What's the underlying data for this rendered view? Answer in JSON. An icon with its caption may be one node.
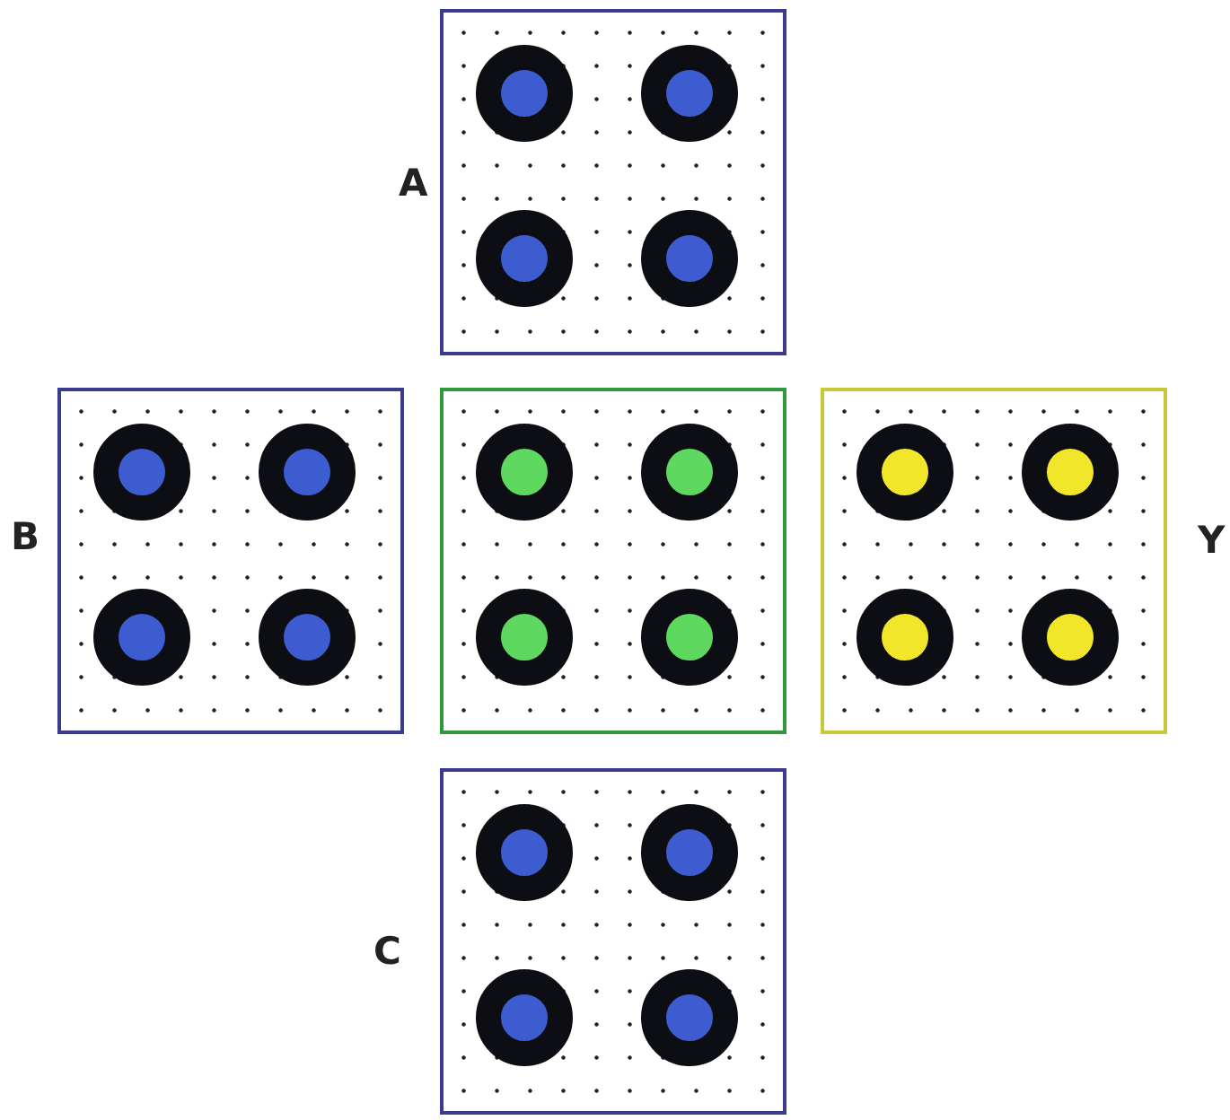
{
  "diagram": {
    "nodes": [
      {
        "text": [],
        "shape": "box",
        "beside": [
          "A"
        ]
      },
      {
        "text": [],
        "shape": "box",
        "beside": [
          "B"
        ]
      },
      {
        "text": [],
        "shape": "box"
      },
      {
        "text": [],
        "shape": "box",
        "beside": [
          "Y"
        ]
      },
      {
        "text": [],
        "shape": "box",
        "beside": [
          "C"
        ]
      },
      {
        "text": [],
        "shape": "circle",
        "in": 0
      },
      {
        "text": [],
        "shape": "circle",
        "in": 0
      },
      {
        "text": [],
        "shape": "circle",
        "in": 0
      },
      {
        "text": [],
        "shape": "circle",
        "in": 0
      },
      {
        "text": [],
        "shape": "circle",
        "in": 1
      },
      {
        "text": [],
        "shape": "circle",
        "in": 1
      },
      {
        "text": [],
        "shape": "circle",
        "in": 1
      },
      {
        "text": [],
        "shape": "circle",
        "in": 1
      },
      {
        "text": [],
        "shape": "circle",
        "in": 2
      },
      {
        "text": [],
        "shape": "circle",
        "in": 2
      },
      {
        "text": [],
        "shape": "circle",
        "in": 2
      },
      {
        "text": [],
        "shape": "circle",
        "in": 2
      },
      {
        "text": [],
        "shape": "circle",
        "in": 3
      },
      {
        "text": [],
        "shape": "circle",
        "in": 3
      },
      {
        "text": [],
        "shape": "circle",
        "in": 3
      },
      {
        "text": [],
        "shape": "circle",
        "in": 3
      },
      {
        "text": [],
        "shape": "circle",
        "in": 4
      },
      {
        "text": [],
        "shape": "circle",
        "in": 4
      },
      {
        "text": [],
        "shape": "circle",
        "in": 4
      },
      {
        "text": [],
        "shape": "circle",
        "in": 4
      }
    ]
  }
}
